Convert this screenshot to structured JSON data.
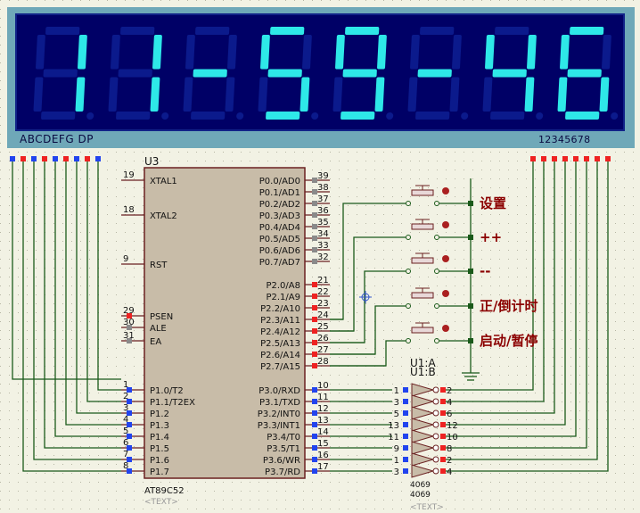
{
  "display": {
    "digits": [
      "1",
      "1",
      "-",
      "5",
      "9",
      "-",
      "4",
      "6"
    ],
    "segment_label": "ABCDEFG DP",
    "digit_label": "12345678",
    "on_color": "#2ee8e8",
    "off_color": "#0b1a8c",
    "bg_color": "#000066"
  },
  "mcu": {
    "designator": "U3",
    "part": "AT89C52",
    "text_placeholder": "<TEXT>",
    "left_pins": [
      {
        "num": "19",
        "name": "XTAL1"
      },
      {
        "num": "18",
        "name": "XTAL2"
      },
      {
        "num": "9",
        "name": "RST"
      },
      {
        "num": "29",
        "name": "PSEN"
      },
      {
        "num": "30",
        "name": "ALE"
      },
      {
        "num": "31",
        "name": "EA"
      },
      {
        "num": "1",
        "name": "P1.0/T2"
      },
      {
        "num": "2",
        "name": "P1.1/T2EX"
      },
      {
        "num": "3",
        "name": "P1.2"
      },
      {
        "num": "4",
        "name": "P1.3"
      },
      {
        "num": "5",
        "name": "P1.4"
      },
      {
        "num": "6",
        "name": "P1.5"
      },
      {
        "num": "7",
        "name": "P1.6"
      },
      {
        "num": "8",
        "name": "P1.7"
      }
    ],
    "right_pins": [
      {
        "num": "39",
        "name": "P0.0/AD0"
      },
      {
        "num": "38",
        "name": "P0.1/AD1"
      },
      {
        "num": "37",
        "name": "P0.2/AD2"
      },
      {
        "num": "36",
        "name": "P0.3/AD3"
      },
      {
        "num": "35",
        "name": "P0.4/AD4"
      },
      {
        "num": "34",
        "name": "P0.5/AD5"
      },
      {
        "num": "33",
        "name": "P0.6/AD6"
      },
      {
        "num": "32",
        "name": "P0.7/AD7"
      },
      {
        "num": "21",
        "name": "P2.0/A8"
      },
      {
        "num": "22",
        "name": "P2.1/A9"
      },
      {
        "num": "23",
        "name": "P2.2/A10"
      },
      {
        "num": "24",
        "name": "P2.3/A11"
      },
      {
        "num": "25",
        "name": "P2.4/A12"
      },
      {
        "num": "26",
        "name": "P2.5/A13"
      },
      {
        "num": "27",
        "name": "P2.6/A14"
      },
      {
        "num": "28",
        "name": "P2.7/A15"
      },
      {
        "num": "10",
        "name": "P3.0/RXD"
      },
      {
        "num": "11",
        "name": "P3.1/TXD"
      },
      {
        "num": "12",
        "name": "P3.2/INT0"
      },
      {
        "num": "13",
        "name": "P3.3/INT1"
      },
      {
        "num": "14",
        "name": "P3.4/T0"
      },
      {
        "num": "15",
        "name": "P3.5/T1"
      },
      {
        "num": "16",
        "name": "P3.6/WR"
      },
      {
        "num": "17",
        "name": "P3.7/RD"
      }
    ]
  },
  "buttons": [
    {
      "label": "设置"
    },
    {
      "label": "++"
    },
    {
      "label": "--"
    },
    {
      "label": "正/倒计时"
    },
    {
      "label": "启动/暂停"
    }
  ],
  "inverter": {
    "designator_a": "U1:A",
    "designator_b": "U1:B",
    "part": "4069",
    "text_placeholder": "<TEXT>",
    "inputs": [
      "1",
      "3",
      "5",
      "13",
      "11",
      "9",
      "1",
      "3"
    ],
    "outputs": [
      "2",
      "4",
      "6",
      "12",
      "10",
      "8",
      "2",
      "4"
    ]
  }
}
